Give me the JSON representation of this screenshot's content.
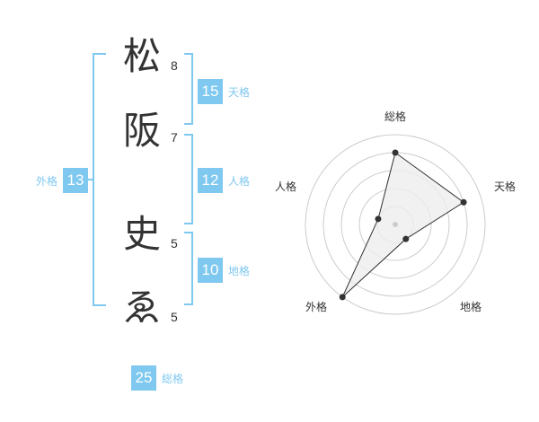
{
  "characters": [
    {
      "char": "松",
      "strokes": "8"
    },
    {
      "char": "阪",
      "strokes": "7"
    },
    {
      "char": "史",
      "strokes": "5"
    },
    {
      "char": "ゑ",
      "strokes": "5"
    }
  ],
  "fortunes": {
    "tenkaku": {
      "value": "15",
      "label": "天格"
    },
    "jinkaku": {
      "value": "12",
      "label": "人格"
    },
    "chikaku": {
      "value": "10",
      "label": "地格"
    },
    "gaikaku": {
      "value": "13",
      "label": "外格"
    },
    "soukaku": {
      "value": "25",
      "label": "総格"
    }
  },
  "radar": {
    "labels": {
      "top": "総格",
      "right": "天格",
      "bottom_right": "地格",
      "bottom_left": "外格",
      "left": "人格"
    },
    "levels": 5,
    "values": {
      "soukaku": 4,
      "tenkaku": 4,
      "chikaku": 1,
      "gaikaku": 5,
      "jinkaku": 1
    }
  },
  "colors": {
    "accent": "#7fc8f0",
    "text": "#333333",
    "grid": "#cccccc",
    "fill": "#eeeeee"
  }
}
